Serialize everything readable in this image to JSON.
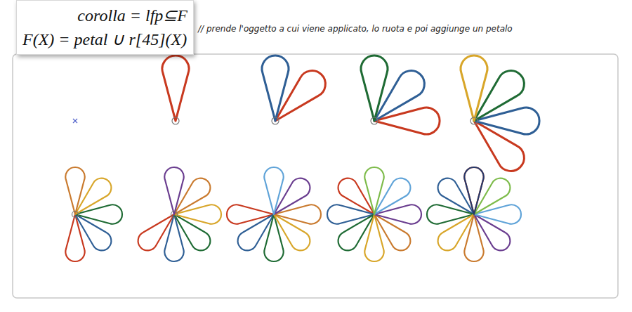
{
  "diagram": {
    "nodes": [
      {
        "text": [
          "corolla = lfp⊆F",
          "F(X) = petal ∪ r[45](X)"
        ]
      }
    ],
    "labels": [
      "// prende l'oggetto a cui viene applicato, lo ruota e poi aggiunge un petalo"
    ]
  }
}
